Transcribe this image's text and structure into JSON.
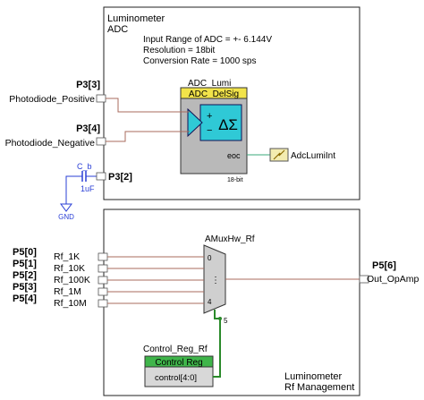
{
  "top_block": {
    "title_line1": "Luminometer",
    "title_line2": "ADC",
    "note_line1": "Input Range of ADC = +- 6.144V",
    "note_line2": "Resolution = 18bit",
    "note_line3": "Conversion Rate = 1000 sps"
  },
  "adc": {
    "instance": "ADC_Lumi",
    "type": "ADC_DelSig",
    "symbol": "ΔΣ",
    "plus": "+",
    "minus": "−",
    "eoc": "eoc",
    "bits": "18-bit",
    "eoc_net": "AdcLumiInt"
  },
  "ports_top": [
    {
      "port": "P3[3]",
      "name": "Photodiode_Positive"
    },
    {
      "port": "P3[4]",
      "name": "Photodiode_Negative"
    }
  ],
  "cap": {
    "name": "C_b",
    "value": "1uF",
    "port": "P3[2]",
    "ground": "GND"
  },
  "bottom_block": {
    "title_line1": "Luminometer",
    "title_line2": "Rf Management"
  },
  "mux": {
    "instance": "AMuxHw_Rf",
    "in0": "0",
    "in4": "4",
    "sel_bus": "5",
    "dots": "⋮"
  },
  "ports_bottom": [
    {
      "port": "P5[0]",
      "name": "Rf_1K"
    },
    {
      "port": "P5[1]",
      "name": "Rf_10K"
    },
    {
      "port": "P5[2]",
      "name": "Rf_100K"
    },
    {
      "port": "P5[3]",
      "name": "Rf_1M"
    },
    {
      "port": "P5[4]",
      "name": "Rf_10M"
    }
  ],
  "out_port": {
    "port": "P5[6]",
    "name": "Out_OpAmp"
  },
  "control_reg": {
    "instance": "Control_Reg_Rf",
    "type": "Control Reg",
    "pin": "control[4:0]"
  },
  "colors": {
    "adc_header": "#f2e34a",
    "adc_body": "#b9b9b9",
    "amp": "#2fc9d6",
    "ctrl_header": "#3fb54a",
    "wire": "#a86b5e",
    "bus": "#2a8a2a",
    "eoc_wire": "#3aa87a",
    "gnd": "#2a3fd6"
  }
}
